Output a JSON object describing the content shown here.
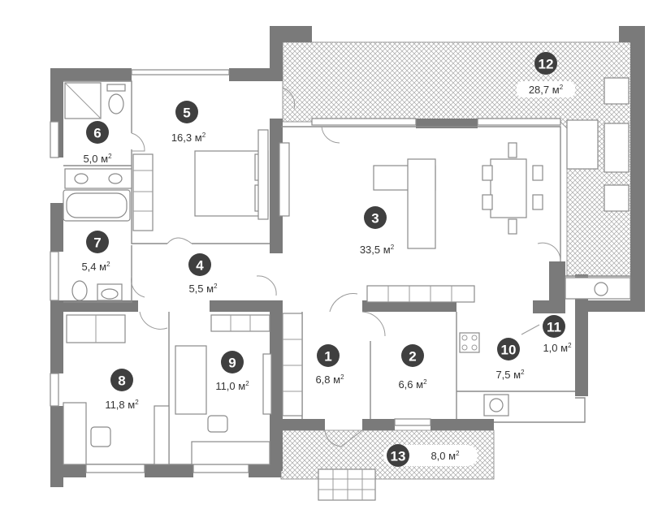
{
  "unit": "м",
  "unit_power": "2",
  "rooms": [
    {
      "number": "1",
      "area": "6,8"
    },
    {
      "number": "2",
      "area": "6,6"
    },
    {
      "number": "3",
      "area": "33,5"
    },
    {
      "number": "4",
      "area": "5,5"
    },
    {
      "number": "5",
      "area": "16,3"
    },
    {
      "number": "6",
      "area": "5,0"
    },
    {
      "number": "7",
      "area": "5,4"
    },
    {
      "number": "8",
      "area": "11,8"
    },
    {
      "number": "9",
      "area": "11,0"
    },
    {
      "number": "10",
      "area": "7,5"
    },
    {
      "number": "11",
      "area": "1,0"
    },
    {
      "number": "12",
      "area": "28,7"
    },
    {
      "number": "13",
      "area": "8,0"
    }
  ],
  "colors": {
    "wall": "#7a7a7a",
    "badge": "#3f3f3f",
    "hatch": "#9a9a9a",
    "text": "#333333"
  }
}
